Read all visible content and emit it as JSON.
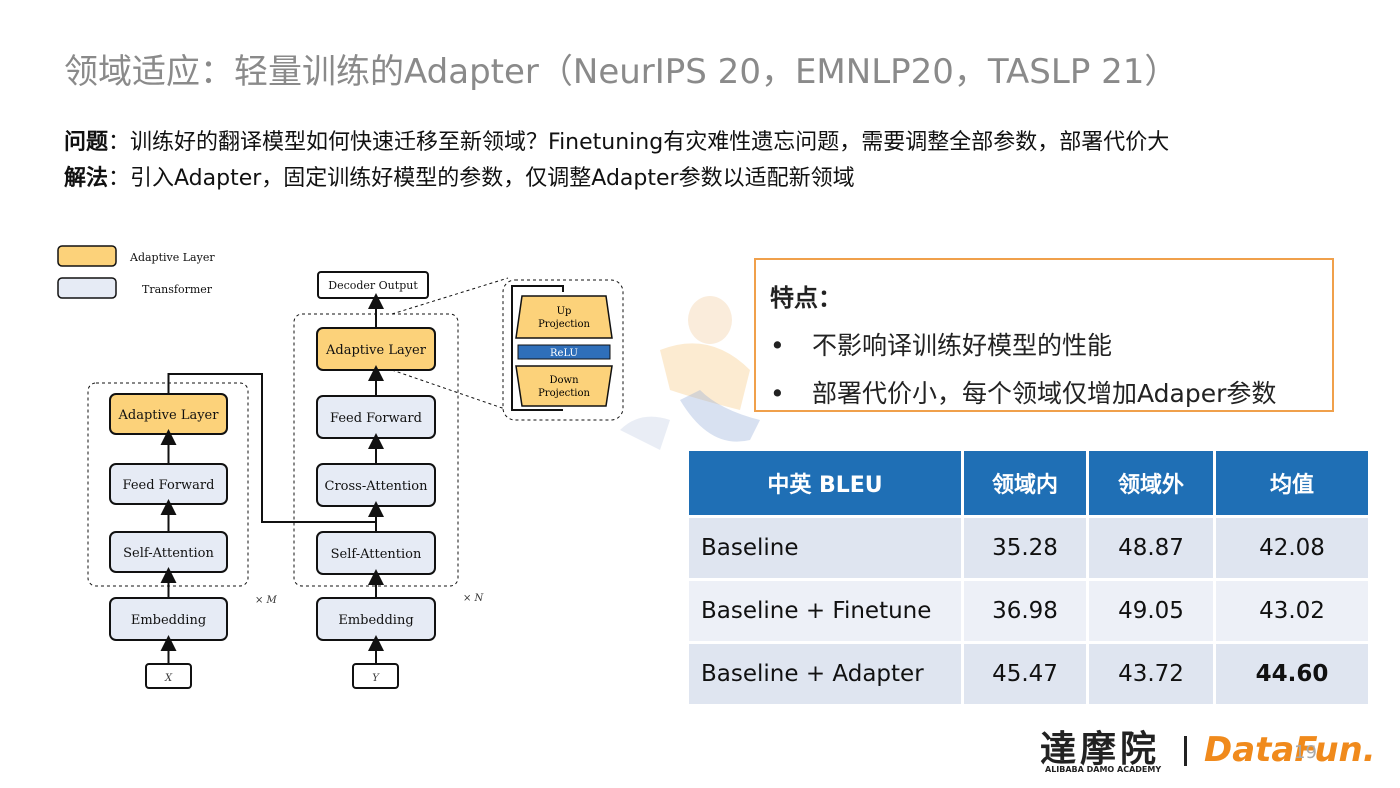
{
  "title": "领域适应：轻量训练的Adapter（NeurIPS 20，EMNLP20，TASLP 21）",
  "problem": {
    "label": "问题",
    "text": "：训练好的翻译模型如何快速迁移至新领域？Finetuning有灾难性遗忘问题，需要调整全部参数，部署代价大"
  },
  "solution": {
    "label": "解法",
    "text": "：引入Adapter，固定训练好模型的参数，仅调整Adapter参数以适配新领域"
  },
  "diagram": {
    "legend_adaptive": "Adaptive Layer",
    "legend_transformer": "Transformer",
    "decoder_output": "Decoder Output",
    "enc_adaptive": "Adaptive Layer",
    "enc_ff": "Feed Forward",
    "enc_sa": "Self-Attention",
    "enc_emb": "Embedding",
    "enc_input": "X",
    "enc_repeat": "× M",
    "dec_adaptive": "Adaptive Layer",
    "dec_ff": "Feed Forward",
    "dec_ca": "Cross-Attention",
    "dec_sa": "Self-Attention",
    "dec_emb": "Embedding",
    "dec_input": "Y",
    "dec_repeat": "× N",
    "up_proj_1": "Up",
    "up_proj_2": "Projection",
    "relu": "ReLU",
    "down_proj_1": "Down",
    "down_proj_2": "Projection",
    "colors": {
      "adaptive": "#fcd27a",
      "transformer": "#e6ebf5",
      "relu": "#2f6fba"
    }
  },
  "features": {
    "title": "特点：",
    "items": [
      "不影响译训练好模型的性能",
      "部署代价小，每个领域仅增加Adaper参数"
    ]
  },
  "table": {
    "headers": [
      "中英 BLEU",
      "领域内",
      "领域外",
      "均值"
    ],
    "rows": [
      [
        "Baseline",
        "35.28",
        "48.87",
        "42.08"
      ],
      [
        "Baseline + Finetune",
        "36.98",
        "49.05",
        "43.02"
      ],
      [
        "Baseline + Adapter",
        "45.47",
        "43.72",
        "44.60"
      ]
    ]
  },
  "logo": {
    "cn": "達摩院",
    "en": "ALIBABA DAMO ACADEMY",
    "datafun": "DataFun."
  },
  "page_number": "19",
  "colors": {
    "header_blue": "#1f6fb5",
    "feature_border": "#f0a04b",
    "title_gray": "#8a8a8a"
  }
}
